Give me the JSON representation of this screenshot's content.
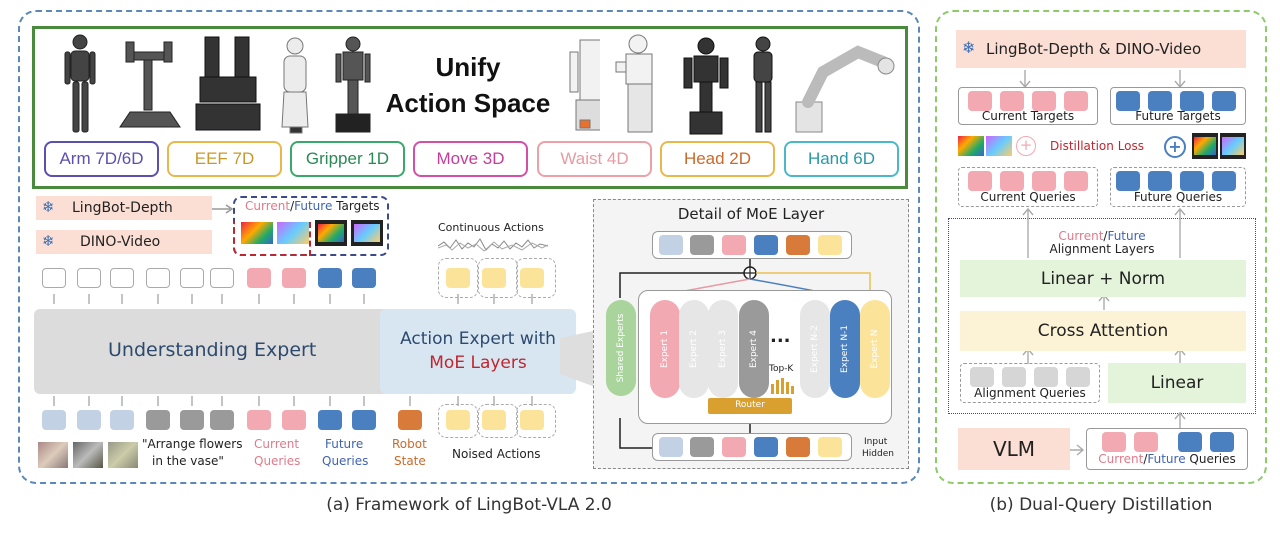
{
  "unify": {
    "title_line1": "Unify",
    "title_line2": "Action Space"
  },
  "action_spaces": [
    {
      "label": "Arm 7D/6D",
      "color": "#5b4fb0"
    },
    {
      "label": "EEF 7D",
      "color": "#e9b84a"
    },
    {
      "label": "Gripper 1D",
      "color": "#3aa86a"
    },
    {
      "label": "Move 3D",
      "color": "#d44fa8"
    },
    {
      "label": "Waist 4D",
      "color": "#eda0a8"
    },
    {
      "label": "Head 2D",
      "color": "#c96a2a"
    },
    {
      "label": "Hand 6D",
      "color": "#4ab8c8"
    }
  ],
  "left": {
    "lingbot_depth": "LingBot-Depth",
    "dino_video": "DINO-Video",
    "targets_current": "Current",
    "targets_slash": "/",
    "targets_future": "Future",
    "targets_suffix": " Targets",
    "continuous_actions": "Continuous Actions",
    "understanding_expert": "Understanding Expert",
    "action_expert_line1": "Action Expert with",
    "action_expert_line2": "MoE Layers",
    "instruction_line1": "\"Arrange flowers",
    "instruction_line2": "in the vase\"",
    "current_q1": "Current",
    "current_q2": "Queries",
    "future_q1": "Future",
    "future_q2": "Queries",
    "robot_s1": "Robot",
    "robot_s2": "State",
    "noised_actions": "Noised Actions"
  },
  "moe": {
    "title": "Detail of MoE Layer",
    "shared_experts": "Shared Experts",
    "experts": [
      "Expert 1",
      "Expert 2",
      "Expert 3",
      "Expert 4",
      "Expert N-2",
      "Expert N-1",
      "Expert N"
    ],
    "ellipsis": "...",
    "topk": "Top-K",
    "router": "Router",
    "input_hidden_1": "Input",
    "input_hidden_2": "Hidden"
  },
  "right": {
    "lingbot_dino": "LingBot-Depth & DINO-Video",
    "current_targets": "Current Targets",
    "future_targets": "Future Targets",
    "distillation_loss": "Distillation Loss",
    "current_queries": "Current Queries",
    "future_queries": "Future Queries",
    "align_current": "Current",
    "align_slash": "/",
    "align_future": "Future",
    "align_line2": "Alignment Layers",
    "linear_norm": "Linear + Norm",
    "cross_attention": "Cross Attention",
    "alignment_queries": "Alignment Queries",
    "linear": "Linear",
    "vlm": "VLM",
    "cf_current": "Current",
    "cf_slash": "/",
    "cf_future": "Future",
    "cf_queries": " Queries"
  },
  "captions": {
    "a": "(a) Framework of LingBot-VLA 2.0",
    "b": "(b) Dual-Query Distillation"
  },
  "colors": {
    "pink": "#f2a9b2",
    "blue": "#4a7fc0",
    "gray": "#9a9a9a",
    "lightblue": "#c2d2e4",
    "orange": "#d87a3a",
    "yellow": "#fbe49a",
    "red_text": "#c0262e",
    "blue_text": "#3e64b0"
  }
}
